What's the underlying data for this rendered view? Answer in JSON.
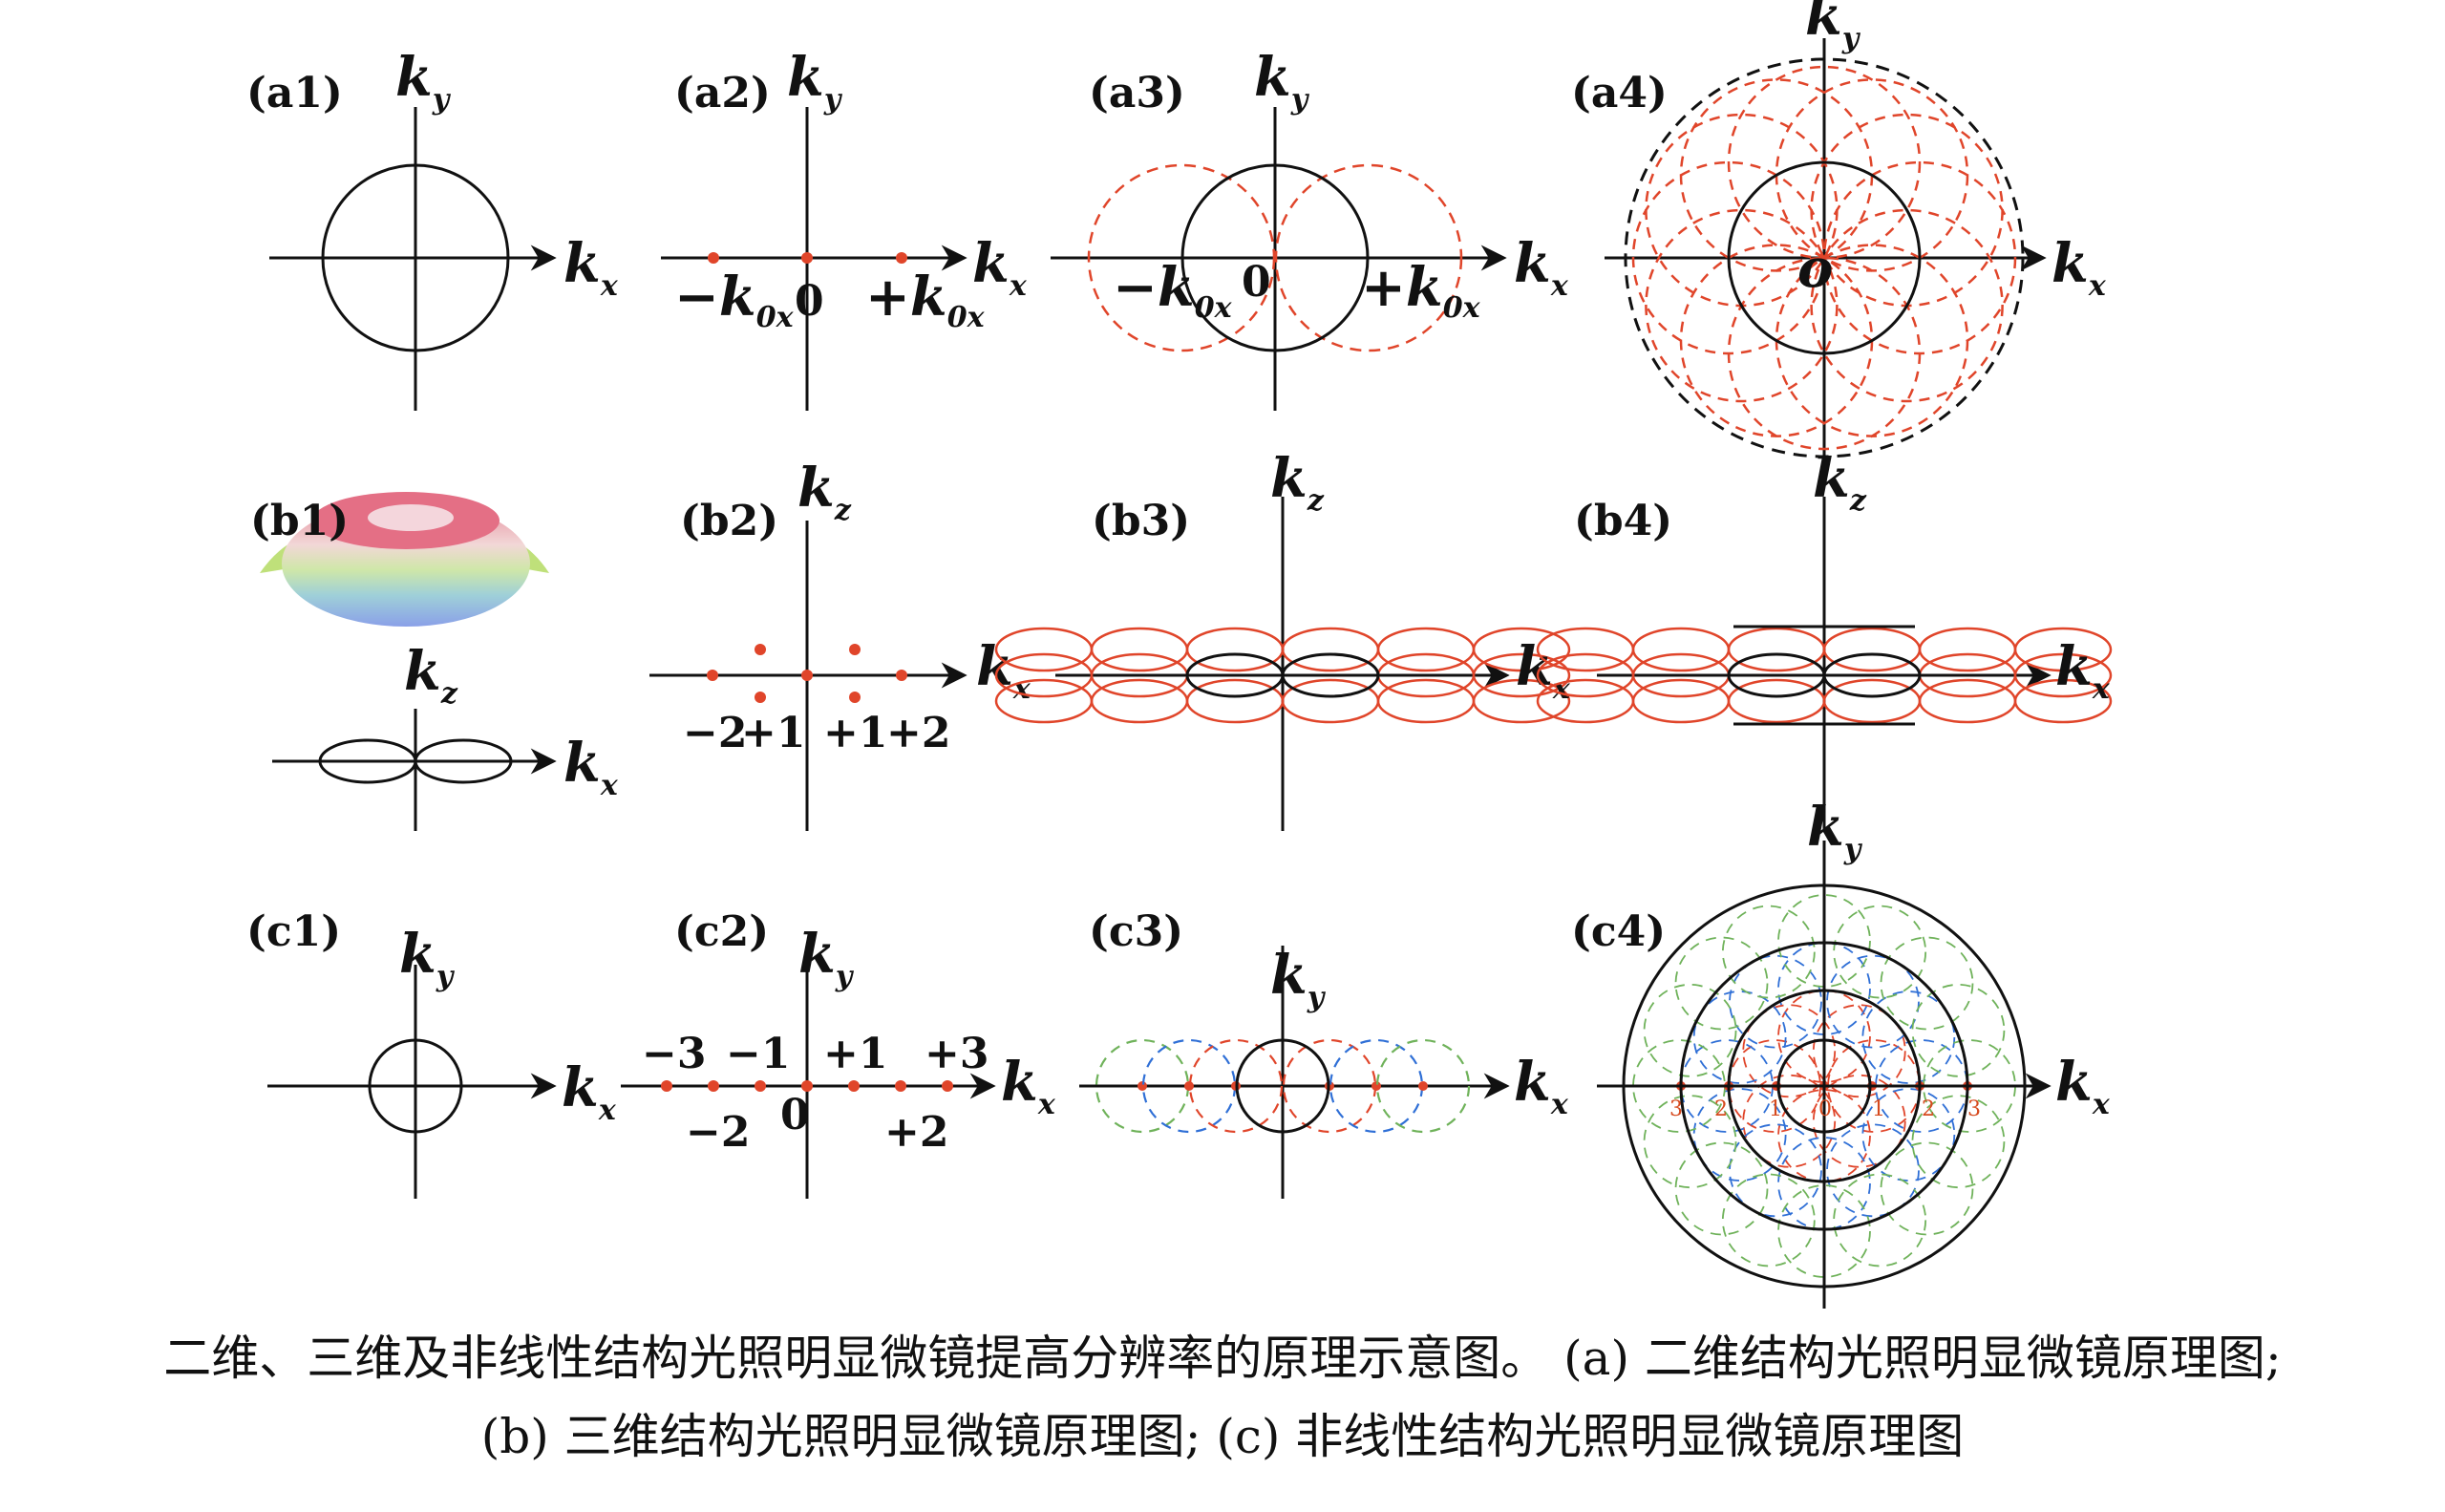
{
  "panels": {
    "a1": "(a1)",
    "a2": "(a2)",
    "a3": "(a3)",
    "a4": "(a4)",
    "b1": "(b1)",
    "b2": "(b2)",
    "b3": "(b3)",
    "b4": "(b4)",
    "c1": "(c1)",
    "c2": "(c2)",
    "c3": "(c3)",
    "c4": "(c4)"
  },
  "axes": {
    "k": "k",
    "x": "x",
    "y": "y",
    "z": "z"
  },
  "labels": {
    "minus_k0x": "−k",
    "plus_k0x": "+k",
    "k0x_sub": "0x",
    "zero": "0",
    "origin": "o",
    "b2_ticks": [
      "−2",
      "+1",
      "+1",
      "+2"
    ],
    "c2_top": [
      "−3",
      "−1",
      "+1",
      "+3"
    ],
    "c2_bottom": [
      "−2",
      "0",
      "+2"
    ],
    "c4_ticks": [
      "3",
      "2",
      "1",
      "0",
      "1",
      "2",
      "3"
    ]
  },
  "colors": {
    "axis": "#111111",
    "red": "#e0452a",
    "blue": "#2f6fd6",
    "green": "#6fb25a"
  },
  "caption": {
    "line1": "二维、三维及非线性结构光照明显微镜提高分辨率的原理示意图。 (a) 二维结构光照明显微镜原理图;",
    "line2": "(b) 三维结构光照明显微镜原理图; (c) 非线性结构光照明显微镜原理图"
  }
}
